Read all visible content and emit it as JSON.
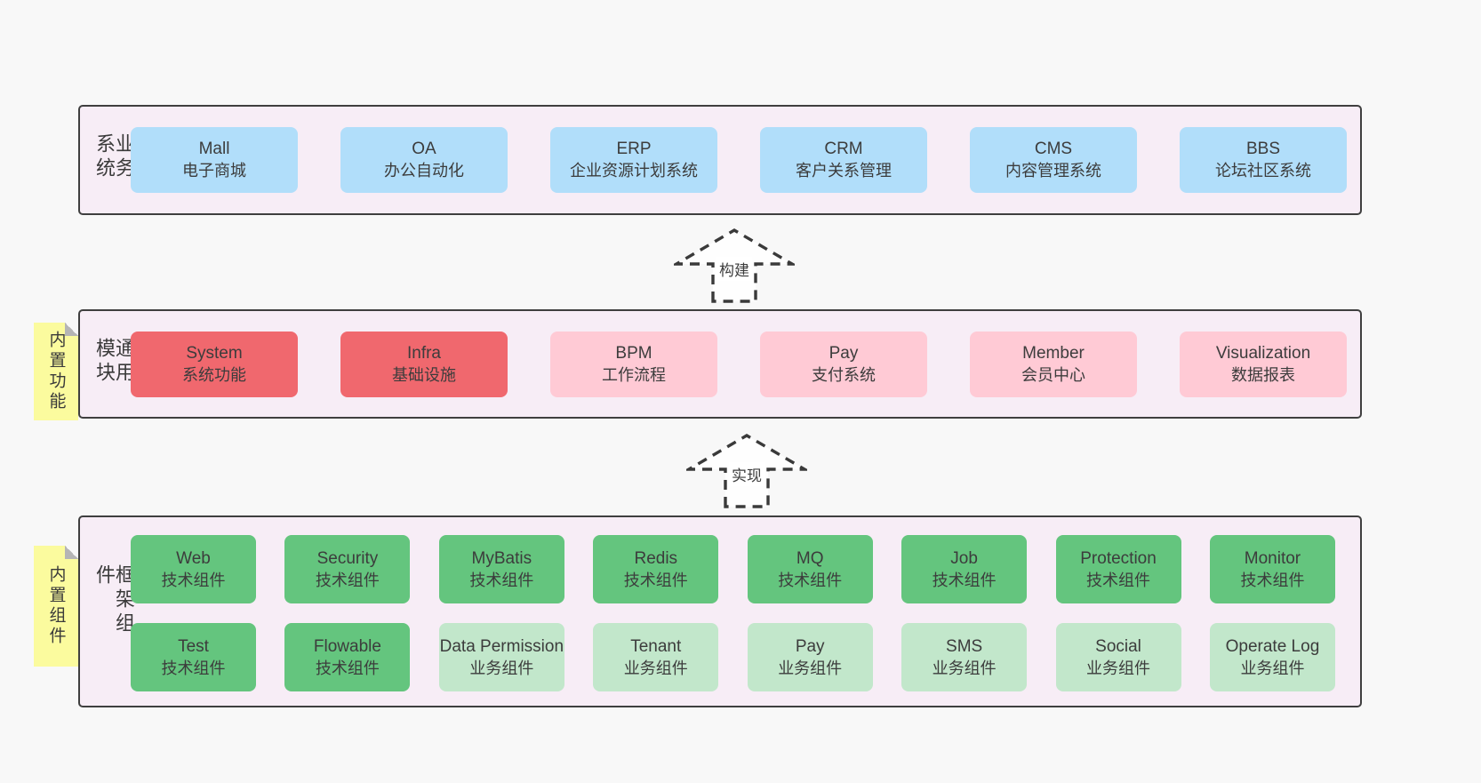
{
  "diagram": {
    "title": "architecture-diagram",
    "colors": {
      "page_bg": "#f8f8f8",
      "panel_bg": "#f7edf6",
      "panel_border": "#3f3f3f",
      "blue": "#b1defa",
      "red": "#f0686e",
      "pink": "#ffcad5",
      "green": "#64c57e",
      "light_green": "#c2e7cb",
      "sticky_yellow": "#fbfb9e"
    },
    "arrows": [
      {
        "label": "构建"
      },
      {
        "label": "实现"
      }
    ],
    "layers": [
      {
        "name": "business-systems",
        "side_label": "业务系统",
        "boxes": [
          {
            "title": "Mall",
            "subtitle": "电子商城",
            "type": "blue"
          },
          {
            "title": "OA",
            "subtitle": "办公自动化",
            "type": "blue"
          },
          {
            "title": "ERP",
            "subtitle": "企业资源计划系统",
            "type": "blue"
          },
          {
            "title": "CRM",
            "subtitle": "客户关系管理",
            "type": "blue"
          },
          {
            "title": "CMS",
            "subtitle": "内容管理系统",
            "type": "blue"
          },
          {
            "title": "BBS",
            "subtitle": "论坛社区系统",
            "type": "blue"
          }
        ]
      },
      {
        "name": "common-modules",
        "side_label": "通用模块",
        "sticky_label": "内置功能",
        "boxes": [
          {
            "title": "System",
            "subtitle": "系统功能",
            "type": "red"
          },
          {
            "title": "Infra",
            "subtitle": "基础设施",
            "type": "red"
          },
          {
            "title": "BPM",
            "subtitle": "工作流程",
            "type": "pink"
          },
          {
            "title": "Pay",
            "subtitle": "支付系统",
            "type": "pink"
          },
          {
            "title": "Member",
            "subtitle": "会员中心",
            "type": "pink"
          },
          {
            "title": "Visualization",
            "subtitle": "数据报表",
            "type": "pink"
          }
        ]
      },
      {
        "name": "framework-components",
        "side_label": "框架组件",
        "sticky_label": "内置组件",
        "rows": [
          [
            {
              "title": "Web",
              "subtitle": "技术组件",
              "type": "green"
            },
            {
              "title": "Security",
              "subtitle": "技术组件",
              "type": "green"
            },
            {
              "title": "MyBatis",
              "subtitle": "技术组件",
              "type": "green"
            },
            {
              "title": "Redis",
              "subtitle": "技术组件",
              "type": "green"
            },
            {
              "title": "MQ",
              "subtitle": "技术组件",
              "type": "green"
            },
            {
              "title": "Job",
              "subtitle": "技术组件",
              "type": "green"
            },
            {
              "title": "Protection",
              "subtitle": "技术组件",
              "type": "green"
            },
            {
              "title": "Monitor",
              "subtitle": "技术组件",
              "type": "green"
            }
          ],
          [
            {
              "title": "Test",
              "subtitle": "技术组件",
              "type": "green"
            },
            {
              "title": "Flowable",
              "subtitle": "技术组件",
              "type": "green"
            },
            {
              "title": "Data Permission",
              "subtitle": "业务组件",
              "type": "lightgreen"
            },
            {
              "title": "Tenant",
              "subtitle": "业务组件",
              "type": "lightgreen"
            },
            {
              "title": "Pay",
              "subtitle": "业务组件",
              "type": "lightgreen"
            },
            {
              "title": "SMS",
              "subtitle": "业务组件",
              "type": "lightgreen"
            },
            {
              "title": "Social",
              "subtitle": "业务组件",
              "type": "lightgreen"
            },
            {
              "title": "Operate Log",
              "subtitle": "业务组件",
              "type": "lightgreen"
            }
          ]
        ]
      }
    ]
  }
}
